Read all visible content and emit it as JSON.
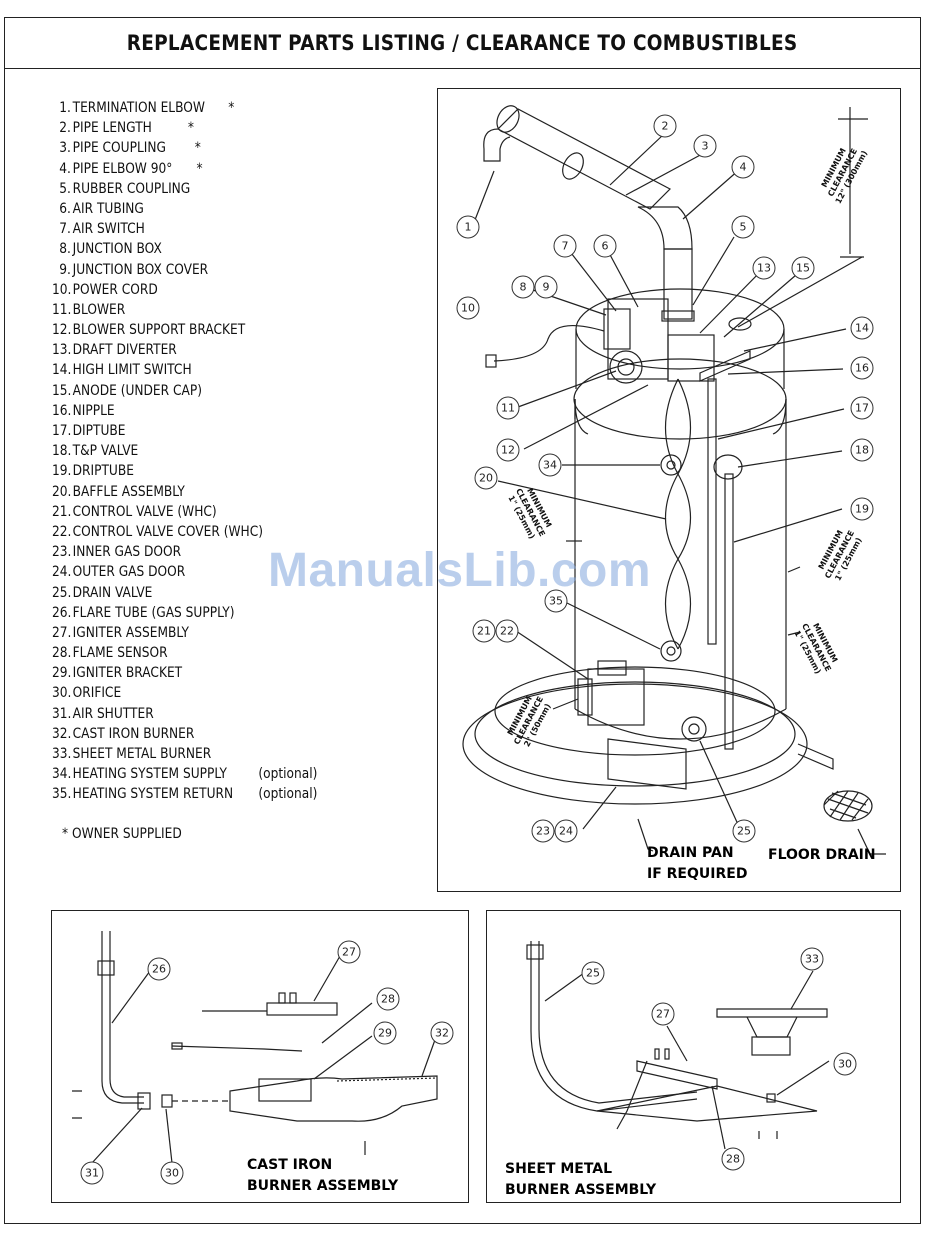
{
  "title": "REPLACEMENT PARTS LISTING / CLEARANCE TO COMBUSTIBLES",
  "parts": [
    {
      "num": "1.",
      "label": "TERMINATION ELBOW",
      "mark": "*"
    },
    {
      "num": "2.",
      "label": "PIPE LENGTH",
      "mark": "*"
    },
    {
      "num": "3.",
      "label": "PIPE COUPLING",
      "mark": "*"
    },
    {
      "num": "4.",
      "label": "PIPE ELBOW 90°",
      "mark": "*"
    },
    {
      "num": "5.",
      "label": "RUBBER COUPLING",
      "mark": ""
    },
    {
      "num": "6.",
      "label": "AIR TUBING",
      "mark": ""
    },
    {
      "num": "7.",
      "label": "AIR SWITCH",
      "mark": ""
    },
    {
      "num": "8.",
      "label": "JUNCTION BOX",
      "mark": ""
    },
    {
      "num": "9.",
      "label": "JUNCTION BOX COVER",
      "mark": ""
    },
    {
      "num": "10.",
      "label": "POWER CORD",
      "mark": ""
    },
    {
      "num": "11.",
      "label": "BLOWER",
      "mark": ""
    },
    {
      "num": "12.",
      "label": "BLOWER SUPPORT BRACKET",
      "mark": ""
    },
    {
      "num": "13.",
      "label": "DRAFT DIVERTER",
      "mark": ""
    },
    {
      "num": "14.",
      "label": "HIGH LIMIT SWITCH",
      "mark": ""
    },
    {
      "num": "15.",
      "label": "ANODE (UNDER CAP)",
      "mark": ""
    },
    {
      "num": "16.",
      "label": "NIPPLE",
      "mark": ""
    },
    {
      "num": "17.",
      "label": "DIPTUBE",
      "mark": ""
    },
    {
      "num": "18.",
      "label": "T&P VALVE",
      "mark": ""
    },
    {
      "num": "19.",
      "label": "DRIPTUBE",
      "mark": ""
    },
    {
      "num": "20.",
      "label": "BAFFLE ASSEMBLY",
      "mark": ""
    },
    {
      "num": "21.",
      "label": "CONTROL VALVE (WHC)",
      "mark": ""
    },
    {
      "num": "22.",
      "label": "CONTROL VALVE COVER (WHC)",
      "mark": ""
    },
    {
      "num": "23.",
      "label": "INNER GAS DOOR",
      "mark": ""
    },
    {
      "num": "24.",
      "label": "OUTER GAS DOOR",
      "mark": ""
    },
    {
      "num": "25.",
      "label": "DRAIN VALVE",
      "mark": ""
    },
    {
      "num": "26.",
      "label": "FLARE TUBE (GAS SUPPLY)",
      "mark": ""
    },
    {
      "num": "27.",
      "label": "IGNITER ASSEMBLY",
      "mark": ""
    },
    {
      "num": "28.",
      "label": "FLAME SENSOR",
      "mark": ""
    },
    {
      "num": "29.",
      "label": "IGNITER BRACKET",
      "mark": ""
    },
    {
      "num": "30.",
      "label": "ORIFICE",
      "mark": ""
    },
    {
      "num": "31.",
      "label": "AIR SHUTTER",
      "mark": ""
    },
    {
      "num": "32.",
      "label": "CAST IRON BURNER",
      "mark": ""
    },
    {
      "num": "33.",
      "label": "SHEET METAL BURNER",
      "mark": ""
    },
    {
      "num": "34.",
      "label": "HEATING SYSTEM SUPPLY",
      "mark": "(optional)"
    },
    {
      "num": "35.",
      "label": "HEATING SYSTEM RETURN",
      "mark": "(optional)"
    }
  ],
  "owner_note": "* OWNER SUPPLIED",
  "main_diagram": {
    "bubbles": [
      "1",
      "2",
      "3",
      "4",
      "5",
      "6",
      "7",
      "8",
      "9",
      "10",
      "11",
      "12",
      "13",
      "14",
      "15",
      "16",
      "17",
      "18",
      "19",
      "20",
      "21",
      "22",
      "23",
      "24",
      "25",
      "34",
      "35"
    ],
    "clearance_word1": "MINIMUM",
    "clearance_word2": "CLEARANCE",
    "clearance_top": "12\" (300mm)",
    "clearance_1in": "1\" (25mm)",
    "clearance_2in": "2\" (50mm)",
    "drain_pan_line1": "DRAIN PAN",
    "drain_pan_line2": "IF REQUIRED",
    "floor_drain": "FLOOR DRAIN"
  },
  "cast_iron": {
    "bubbles": [
      "26",
      "27",
      "28",
      "29",
      "30",
      "31",
      "32"
    ],
    "caption_line1": "CAST IRON",
    "caption_line2": "BURNER ASSEMBLY"
  },
  "sheet_metal": {
    "bubbles": [
      "25",
      "27",
      "28",
      "30",
      "33"
    ],
    "caption_line1": "SHEET METAL",
    "caption_line2": "BURNER ASSEMBLY"
  },
  "watermark": "ManualsLib.com"
}
